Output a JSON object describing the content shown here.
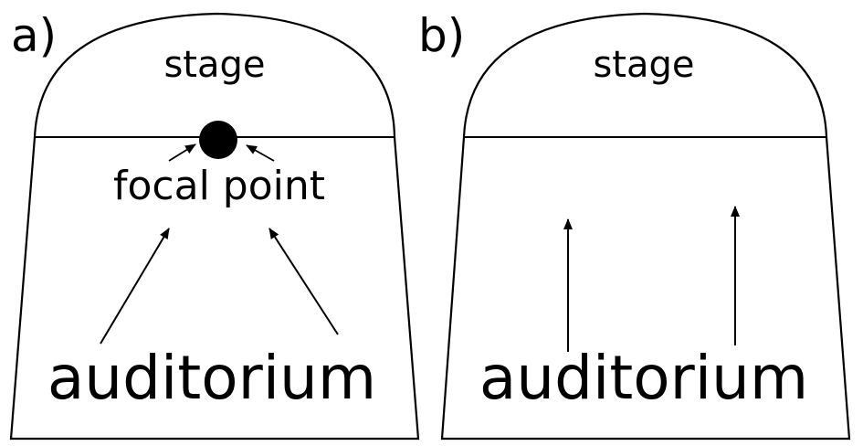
{
  "colors": {
    "stroke": "#000000",
    "background": "#ffffff"
  },
  "panels": [
    {
      "label": "a)",
      "stage_label": "stage",
      "focal_label": "focal point",
      "auditorium_label": "auditorium"
    },
    {
      "label": "b)",
      "stage_label": "stage",
      "auditorium_label": "auditorium"
    }
  ]
}
